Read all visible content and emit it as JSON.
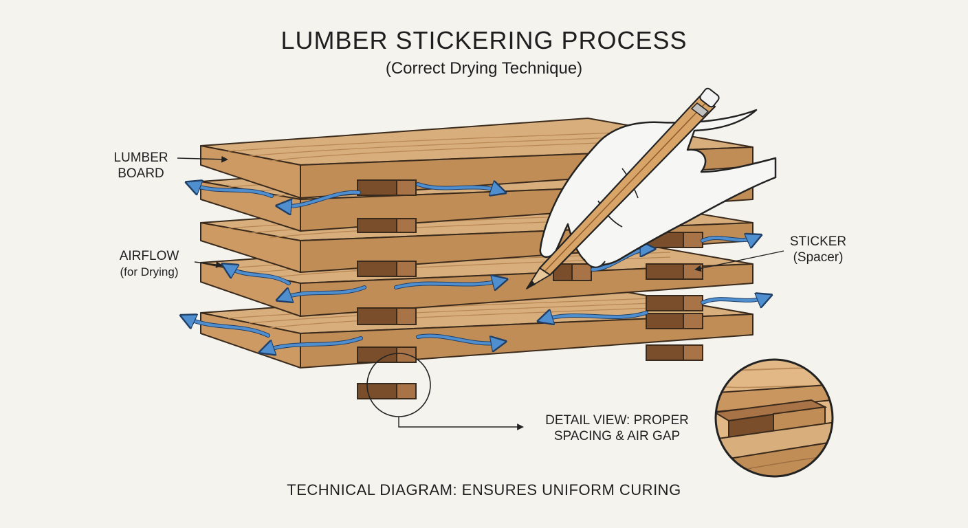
{
  "title": "LUMBER STICKERING PROCESS",
  "subtitle": "(Correct Drying Technique)",
  "labels": {
    "lumber_line1": "LUMBER",
    "lumber_line2": "BOARD",
    "airflow_line1": "AIRFLOW",
    "airflow_line2": "(for Drying)",
    "sticker_line1": "STICKER",
    "sticker_line2": "(Spacer)",
    "detail_line1": "DETAIL VIEW: PROPER",
    "detail_line2": "SPACING & AIR GAP"
  },
  "footer": "TECHNICAL DIAGRAM: ENSURES UNIFORM CURING",
  "colors": {
    "wood_top": "#d8ae7c",
    "wood_front": "#c08d57",
    "sticker_front": "#7a4e2a",
    "sticker_top": "#a87346",
    "outline": "#3a2a1c",
    "airflow": "#4f8fd0",
    "background": "#f4f3ee"
  }
}
